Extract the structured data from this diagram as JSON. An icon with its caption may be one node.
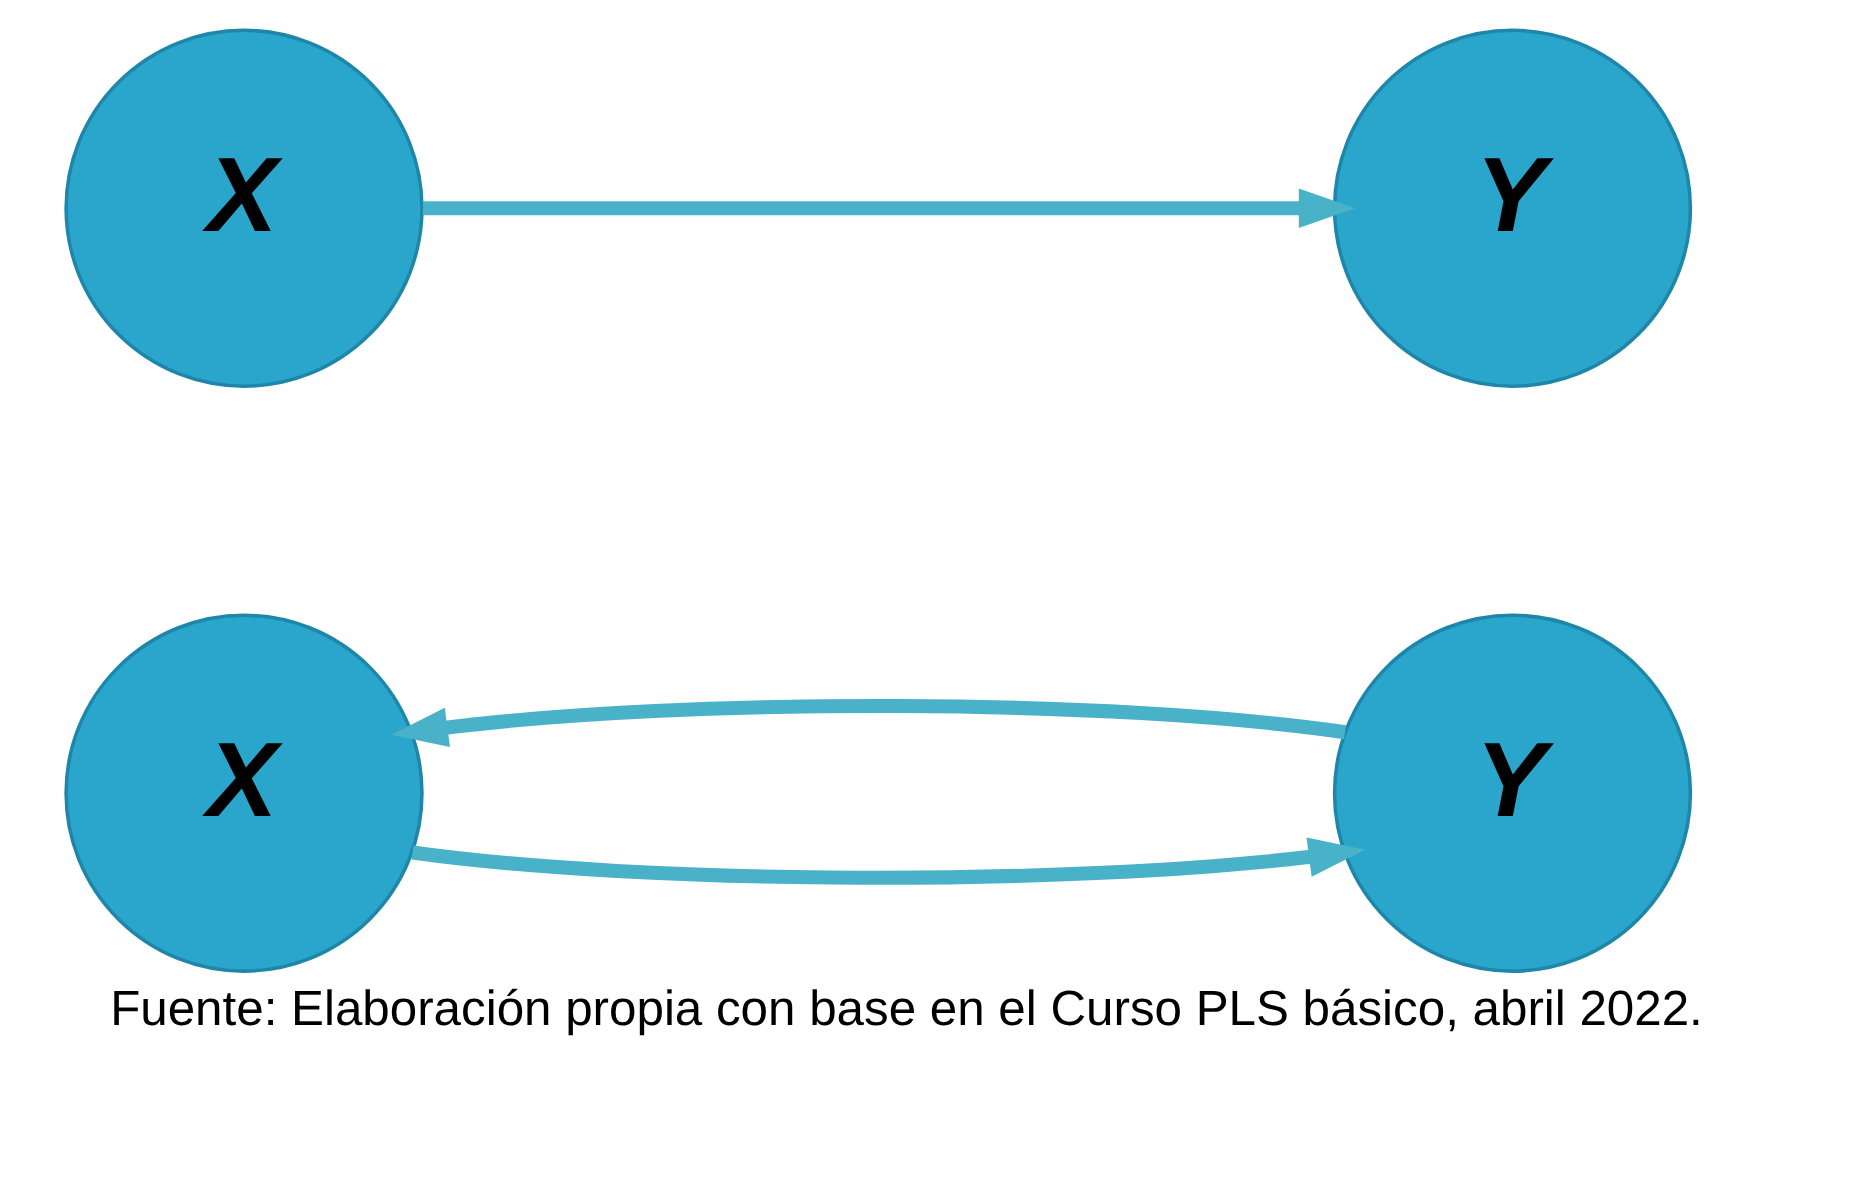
{
  "diagram": {
    "caption": "Fuente: Elaboración propia con base en el Curso PLS básico, abril 2022.",
    "nodes": [
      {
        "text": [
          "X"
        ]
      },
      {
        "text": [
          "Y"
        ]
      },
      {
        "text": [
          "X"
        ]
      },
      {
        "text": [
          "Y"
        ]
      }
    ],
    "edges": [
      {
        "from": 0,
        "to": 1,
        "arrow": "to"
      },
      {
        "from": 2,
        "to": 3,
        "arrow": "to"
      },
      {
        "from": 3,
        "to": 2,
        "arrow": "to"
      }
    ]
  }
}
